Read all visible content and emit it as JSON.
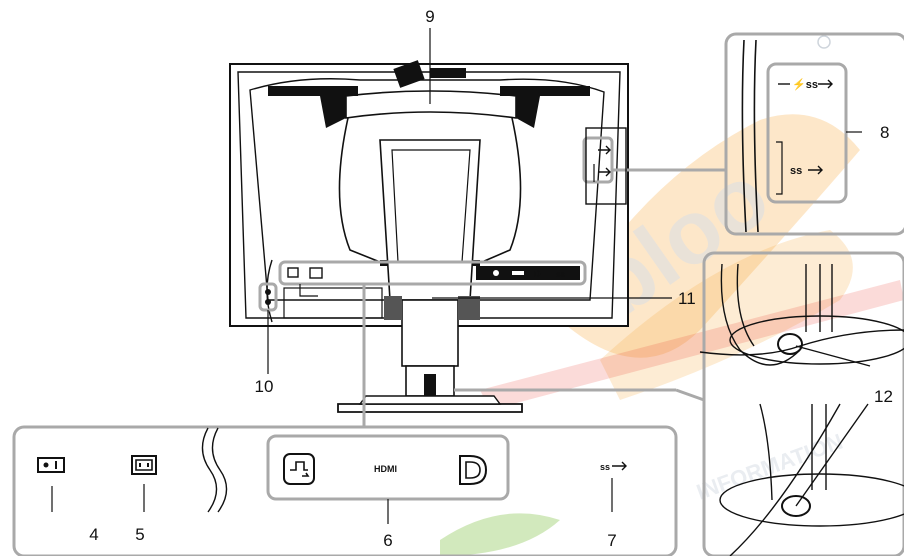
{
  "callouts": {
    "c4": "4",
    "c5": "5",
    "c6": "6",
    "c7": "7",
    "c8": "8",
    "c9": "9",
    "c10": "10",
    "c11": "11",
    "c12": "12"
  },
  "port_labels": {
    "hdmi": "HDMI"
  },
  "colors": {
    "callout_box": "#a9a9a9",
    "ink": "#111111",
    "watermark_orange": "#f7a93c",
    "watermark_red": "#e8382f",
    "watermark_green": "#7dc142"
  },
  "icons": [
    "power-switch-icon",
    "power-connector-icon",
    "usb-upstream-icon",
    "hdmi-icon",
    "displayport-icon",
    "usb-superspeed-icon",
    "security-lock-icon",
    "cable-holder-icon"
  ]
}
